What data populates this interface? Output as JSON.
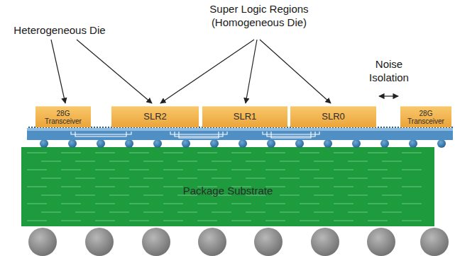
{
  "diagram": {
    "nodes": [
      {
        "text": [
          "28G Transceiver"
        ]
      },
      {
        "text": [
          "SLR2"
        ]
      },
      {
        "text": [
          "SLR1"
        ]
      },
      {
        "text": [
          "SLR0"
        ]
      },
      {
        "text": [
          "28G Transceiver"
        ]
      },
      {
        "text": [
          "Package Substrate"
        ]
      }
    ],
    "labels": [
      "Heterogeneous Die",
      "Super Logic Regions (Homogeneous Die)",
      "Noise Isolation"
    ]
  }
}
